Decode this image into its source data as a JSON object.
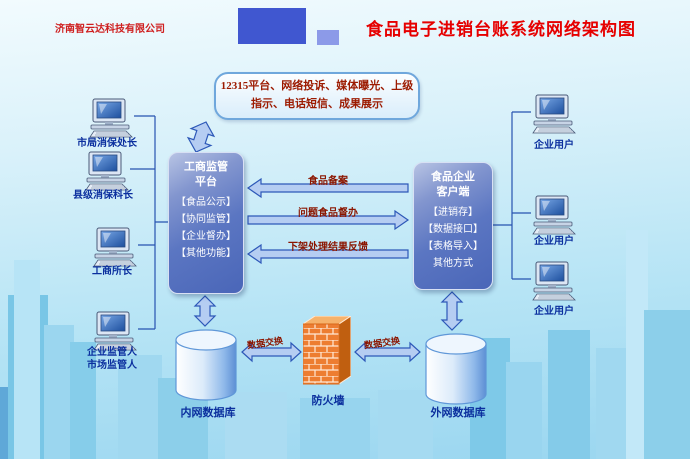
{
  "header": {
    "company": "济南智云达科技有限公司",
    "title": "食品电子进销台账系统网络架构图"
  },
  "callout": {
    "text": "12315平台、网络投诉、媒体曝光、上级指示、电话短信、成果展示"
  },
  "platform_box": {
    "title_line1": "工商监管",
    "title_line2": "平台",
    "items": [
      "【食品公示】",
      "【协同监管】",
      "【企业督办】",
      "【其他功能】"
    ]
  },
  "client_box": {
    "title_line1": "食品企业",
    "title_line2": "客户端",
    "items": [
      "【进销存】",
      "【数据接口】",
      "【表格导入】",
      "其他方式"
    ]
  },
  "flows": {
    "top": "食品备案",
    "middle": "问题食品督办",
    "bottom": "下架处理结果反馈"
  },
  "left_users": [
    {
      "label": "市局消保处长"
    },
    {
      "label": "县级消保科长"
    },
    {
      "label": "工商所长"
    },
    {
      "label": "企业监管人",
      "label2": "市场监管人"
    }
  ],
  "right_users": [
    {
      "label": "企业用户"
    },
    {
      "label": "企业用户"
    },
    {
      "label": "企业用户"
    }
  ],
  "bottom": {
    "inner_db": "内网数据库",
    "outer_db": "外网数据库",
    "firewall": "防火墙",
    "exchange_left": "数据交换",
    "exchange_right": "数据交换"
  },
  "icons": {
    "computer-icon": "desktop PC clipart (CRT monitor + keyboard)",
    "database-icon": "blue cylinder",
    "firewall-icon": "orange brick wall column"
  },
  "colors": {
    "title_red": "#e60000",
    "flow_label_maroon": "#8b1500",
    "user_label_navy": "#0b2f9e",
    "panel_blue": "#5b76c2",
    "arrow_fill": "#b5cdf2",
    "arrow_stroke": "#2d58b8",
    "firewall_orange": "#ed7d31"
  }
}
